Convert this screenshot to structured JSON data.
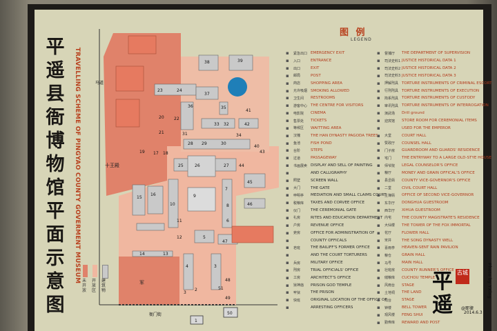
{
  "board": {
    "title_cn": "平遥县衙博物馆平面示意图",
    "title_en": "TRAVELLING SCHEME OF PINGYAO COUNTY GOVERMENT MUSEUM"
  },
  "map_key": [
    {
      "label": "未开放",
      "color": "#e0826a"
    },
    {
      "label": "开放区",
      "color": "#f0b7a0"
    },
    {
      "label": "建筑物",
      "color": "#c8c8c8"
    }
  ],
  "map": {
    "street_bottom": "衙门街",
    "street_left": "马道",
    "hall_label": "十王殿",
    "military_label": "军",
    "building_numbers": [
      "1",
      "2",
      "3",
      "4",
      "5",
      "6",
      "7",
      "8",
      "9",
      "10",
      "11",
      "12",
      "13",
      "14",
      "15",
      "16",
      "17",
      "18",
      "19",
      "20",
      "21",
      "22",
      "23",
      "24",
      "25",
      "26",
      "27",
      "28",
      "29",
      "30",
      "31",
      "32",
      "33",
      "34",
      "35",
      "36",
      "37",
      "38",
      "39",
      "40",
      "41",
      "42",
      "43",
      "44",
      "45",
      "46",
      "47",
      "48",
      "49",
      "50",
      "51"
    ]
  },
  "legend": {
    "title": "图 例",
    "subtitle": "LEGEND",
    "left": [
      {
        "cn": "紧急出口",
        "en": "EMERGENCY EXIT"
      },
      {
        "cn": "入口",
        "en": "ENTRANCE"
      },
      {
        "cn": "出口",
        "en": "EXIT"
      },
      {
        "cn": "邮局",
        "en": "POST"
      },
      {
        "cn": "商店",
        "en": "SHOPPING AREA"
      },
      {
        "cn": "允许吸烟",
        "en": "SMOKING ALLOWED"
      },
      {
        "cn": "卫生间",
        "en": "RESTROOMS"
      },
      {
        "cn": "游客中心",
        "en": "THE CENTRE FOR VISITORS"
      },
      {
        "cn": "电影院",
        "en": "CINEMA"
      },
      {
        "cn": "售票处",
        "en": "TICKETS"
      },
      {
        "cn": "等候区",
        "en": "WAITTING AREA"
      },
      {
        "cn": "汉槐",
        "en": "THE HAN DYNASTY PAGODA TREES"
      },
      {
        "cn": "鱼池",
        "en": "FISH POND"
      },
      {
        "cn": "台阶",
        "en": "STEPS"
      },
      {
        "cn": "过道",
        "en": "PASSAGEWAY"
      },
      {
        "cn": "书画展卖",
        "en": "DISPLAY AND SELL OF PAINTING"
      },
      {
        "cn": "",
        "en": "AND CALLIGRAPHY"
      },
      {
        "cn": "照壁",
        "en": "SCREEN WALL"
      },
      {
        "cn": "大门",
        "en": "THE GATE"
      },
      {
        "cn": "申明亭",
        "en": "MEDIATION AND SMALL CLAIMS COURT"
      },
      {
        "cn": "税粮库",
        "en": "TAXES AND CORVEE OFFICE"
      },
      {
        "cn": "仪门",
        "en": "THE CEREMONIAL GATE"
      },
      {
        "cn": "礼房",
        "en": "RITES AND EDUCATION DEPARTMENT"
      },
      {
        "cn": "户房",
        "en": "REVENUE OFFICE"
      },
      {
        "cn": "吏房",
        "en": "OFFICE FOR ADMINISTRATION OF"
      },
      {
        "cn": "",
        "en": "COUNTY OFFICALS"
      },
      {
        "cn": "皂班",
        "en": "THE BAILIFF'S FORMER OFFICE"
      },
      {
        "cn": "",
        "en": "AND THE COURT TORTURERS"
      },
      {
        "cn": "兵房",
        "en": "MILITARY OFFICE"
      },
      {
        "cn": "刑房",
        "en": "TRIAL OFFICIALS' OFFICE"
      },
      {
        "cn": "工房",
        "en": "ARCHITECT'S OFFICE"
      },
      {
        "cn": "狱神庙",
        "en": "PRISON GOD TEMPLE"
      },
      {
        "cn": "牢狱",
        "en": "THE PRISON"
      },
      {
        "cn": "快班",
        "en": "ORIGINAL LOCATION OF THE OFFICE OF"
      },
      {
        "cn": "",
        "en": "ARRESTING OFFICERS"
      }
    ],
    "right": [
      {
        "cn": "督捕厅",
        "en": "THE DEPARTMENT OF SUPERVISION"
      },
      {
        "cn": "司法史料1",
        "en": "JUSTICE HISTORICAL DATA 1"
      },
      {
        "cn": "司法史料2",
        "en": "JUSTICE HISTORICAL DATA 2"
      },
      {
        "cn": "司法史料3",
        "en": "JUSTICE HISTORICAL DATA 3"
      },
      {
        "cn": "押解刑具",
        "en": "TORTURE INSTRUMENTS OF CRIMINAL ESCORT"
      },
      {
        "cn": "行刑刑具",
        "en": "TORTURE INSTRUMENTS OF EXECUTION"
      },
      {
        "cn": "拘系刑具",
        "en": "TORTURE INSTRUMENTS OF CUSTODY"
      },
      {
        "cn": "审讯刑具",
        "en": "TORTURE INSTRUMENTS OF INTERROGATION"
      },
      {
        "cn": "演武场",
        "en": "Drill ground"
      },
      {
        "cn": "迎宾馆",
        "en": "STORE ROOM FOR CEREMONIAL ITEMS"
      },
      {
        "cn": "",
        "en": "USED FOR THE EMPEROR"
      },
      {
        "cn": "大堂",
        "en": "COURT HALL"
      },
      {
        "cn": "赞政厅",
        "en": "COUNSEL HALL"
      },
      {
        "cn": "门子房",
        "en": "GUARDROOM AND GUARDS' RESIDENCE"
      },
      {
        "cn": "宅门",
        "en": "THE ENTRYWAY TO A LARGE OLD-STYE HOUSE"
      },
      {
        "cn": "师爷院",
        "en": "LEGAL COUNSELOR'S OFFICE"
      },
      {
        "cn": "粮厅",
        "en": "MONEY AND GRAIN OFFICAL'S OFFICE"
      },
      {
        "cn": "县丞衙",
        "en": "COUNTY VICE-GOVERNOR'S OFFICE"
      },
      {
        "cn": "二堂",
        "en": "CIVIL COURT HALL"
      },
      {
        "cn": "主簿衙",
        "en": "OFFICE OF SECOND VICE-GOVERNOR"
      },
      {
        "cn": "东华厅",
        "en": "DONGHUA GUESTROOM"
      },
      {
        "cn": "西华厅",
        "en": "XIHUA GUESTROOM"
      },
      {
        "cn": "内宅",
        "en": "THE COUNTY MAGISTRATE'S RESIDENCE"
      },
      {
        "cn": "大仙楼",
        "en": "THE TOWER OF THE FOX IMMORTAL"
      },
      {
        "cn": "花厅",
        "en": "FLOWER HALL"
      },
      {
        "cn": "宋井",
        "en": "THE SONG DYNASTY WELL"
      },
      {
        "cn": "喜雨亭",
        "en": "HEAVEN-SENT RAIN PAVILION"
      },
      {
        "cn": "粮仓",
        "en": "GRAIN HALL"
      },
      {
        "cn": "马号",
        "en": "MAIN HALL"
      },
      {
        "cn": "壮班房",
        "en": "COUNTY RUNNER'S OFFICE"
      },
      {
        "cn": "储粮库",
        "en": "CUCHOU TEMPLE"
      },
      {
        "cn": "风雨台",
        "en": "STAGE"
      },
      {
        "cn": "土地祠",
        "en": "THE LAND"
      },
      {
        "cn": "戏台",
        "en": "STAGE"
      },
      {
        "cn": "钟楼",
        "en": "BELL TOWER"
      },
      {
        "cn": "观风楼",
        "en": "FENG SHUI"
      },
      {
        "cn": "勤俸库",
        "en": "REWARD AND POST"
      }
    ]
  },
  "watermark": {
    "text": "平遥",
    "seal_text": "古城",
    "credit": "Photo by YXing",
    "handle": "@耶律",
    "date": "2014.6.3"
  },
  "colors": {
    "board_frame": "#1d1b18",
    "panel": "#d7d5b7",
    "light_pink": "#f0b7a0",
    "dark_pink": "#e0826a",
    "building": "#c9c9c9",
    "accent_red": "#b8411e",
    "pond": "#1f7fb8"
  }
}
